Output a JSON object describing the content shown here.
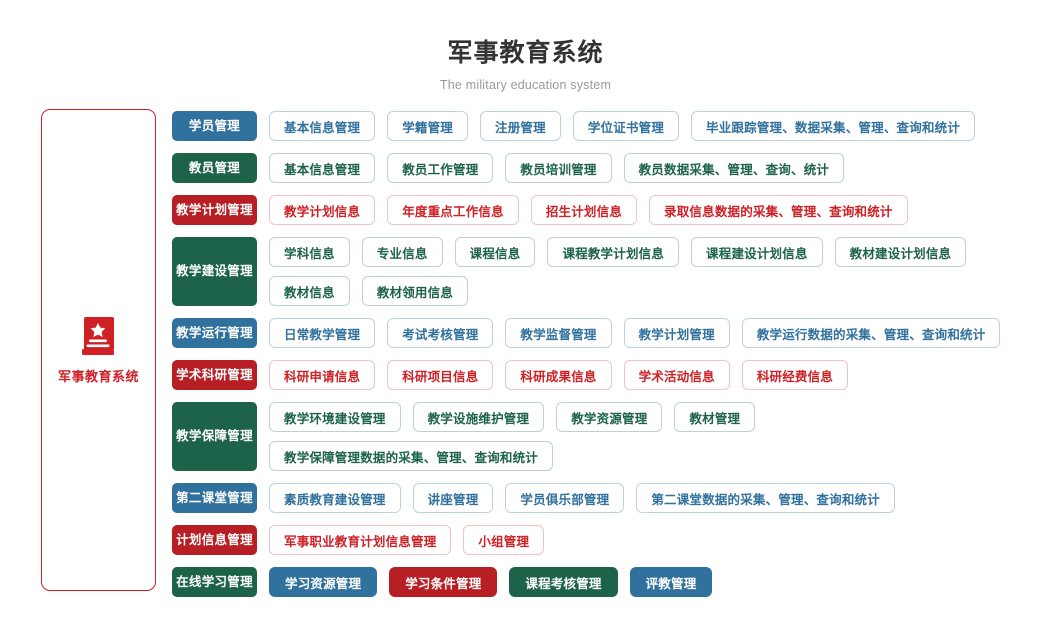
{
  "header": {
    "title": "军事教育系统",
    "subtitle": "The military education system"
  },
  "sidebar": {
    "logo_icon": "book-star-icon",
    "label": "军事教育系统",
    "accent_color": "#cf2026"
  },
  "theme": {
    "blue": "#31719e",
    "green": "#1d6349",
    "red": "#b81f25",
    "red_text": "#cf2026",
    "title_color": "#333333",
    "subtitle_color": "#9a9a9a"
  },
  "rows": [
    {
      "label": "学员管理",
      "color": "blue",
      "items": [
        "基本信息管理",
        "学籍管理",
        "注册管理",
        "学位证书管理",
        "毕业跟踪管理、数据采集、管理、查询和统计"
      ]
    },
    {
      "label": "教员管理",
      "color": "green",
      "items": [
        "基本信息管理",
        "教员工作管理",
        "教员培训管理",
        "教员数据采集、管理、查询、统计"
      ]
    },
    {
      "label": "教学计划管理",
      "color": "red",
      "items": [
        "教学计划信息",
        "年度重点工作信息",
        "招生计划信息",
        "录取信息数据的采集、管理、查询和统计"
      ]
    },
    {
      "label": "教学建设管理",
      "color": "green",
      "items": [
        "学科信息",
        "专业信息",
        "课程信息",
        "课程教学计划信息",
        "课程建设计划信息",
        "教材建设计划信息",
        "教材信息",
        "教材领用信息"
      ]
    },
    {
      "label": "教学运行管理",
      "color": "blue",
      "items": [
        "日常教学管理",
        "考试考核管理",
        "教学监督管理",
        "教学计划管理",
        "教学运行数据的采集、管理、查询和统计"
      ]
    },
    {
      "label": "学术科研管理",
      "color": "red",
      "items": [
        "科研申请信息",
        "科研项目信息",
        "科研成果信息",
        "学术活动信息",
        "科研经费信息"
      ]
    },
    {
      "label": "教学保障管理",
      "color": "green",
      "items": [
        "教学环境建设管理",
        "教学设施维护管理",
        "教学资源管理",
        "教材管理",
        "教学保障管理数据的采集、管理、查询和统计"
      ]
    },
    {
      "label": "第二课堂管理",
      "color": "blue",
      "items": [
        "素质教育建设管理",
        "讲座管理",
        "学员俱乐部管理",
        "第二课堂数据的采集、管理、查询和统计"
      ]
    },
    {
      "label": "计划信息管理",
      "color": "red",
      "items": [
        "军事职业教育计划信息管理",
        "小组管理"
      ]
    },
    {
      "label": "在线学习管理",
      "color": "green",
      "solid_children": true,
      "items": [
        "学习资源管理",
        "学习条件管理",
        "课程考核管理",
        "评教管理"
      ],
      "item_colors": [
        "blue",
        "red",
        "green",
        "blue"
      ]
    }
  ]
}
